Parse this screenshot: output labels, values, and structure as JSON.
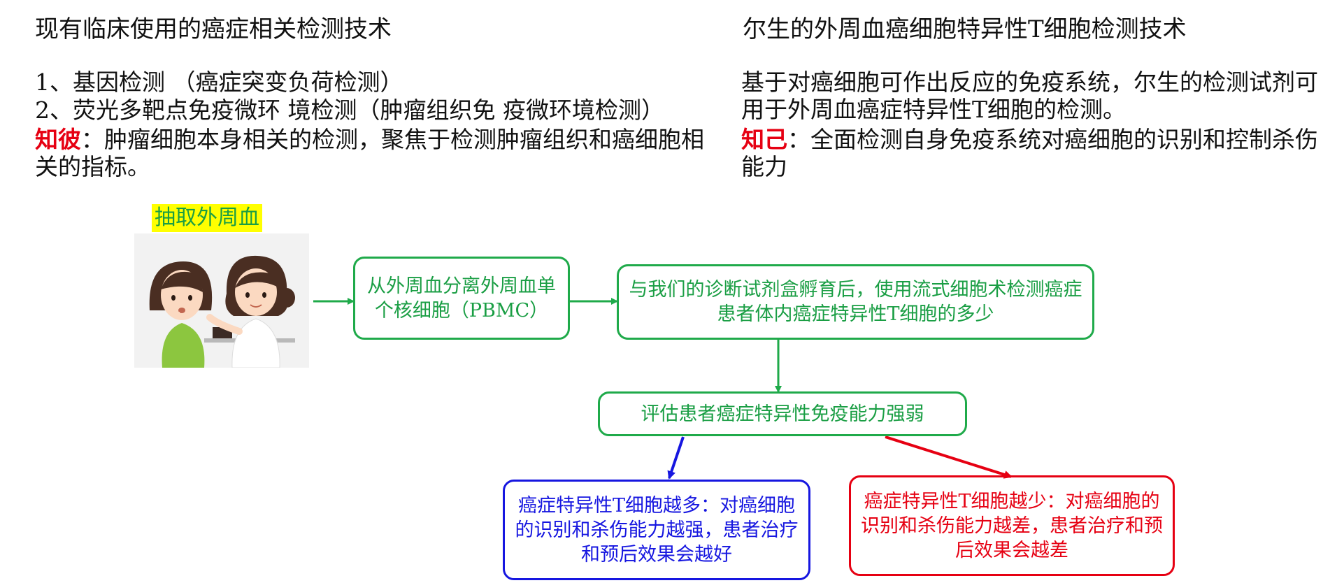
{
  "left": {
    "title": "现有临床使用的癌症相关检测技术",
    "item1": "1、基因检测 （癌症突变负荷检测）",
    "item2": "2、荧光多靶点免疫微环 境检测（肿瘤组织免 疫微环境检测）",
    "keyword": "知彼",
    "desc": "：肿瘤细胞本身相关的检测，聚焦于检测肿瘤组织和癌细胞相关的指标。"
  },
  "right": {
    "title": "尔生的外周血癌细胞特异性T细胞检测技术",
    "desc": "基于对癌细胞可作出反应的免疫系统，尔生的检测试剂可用于外周血癌症特异性T细胞的检测。",
    "keyword": "知己",
    "desc2": "：全面检测自身免疫系统对癌细胞的识别和控制杀伤能力"
  },
  "flow": {
    "blood_label": "抽取外周血",
    "step1": "从外周血分离外周血单个核细胞（PBMC）",
    "step2": "与我们的诊断试剂盒孵育后，使用流式细胞术检测癌症患者体内癌症特异性T细胞的多少",
    "step3": "评估患者癌症特异性免疫能力强弱",
    "outcome_more": "癌症特异性T细胞越多：对癌细胞的识别和杀伤能力越强，患者治疗和预后效果会越好",
    "outcome_less": "癌症特异性T细胞越少：对癌细胞的识别和杀伤能力越差，患者治疗和预后效果会越差"
  },
  "colors": {
    "green": "#1faa4a",
    "blue": "#1616e0",
    "red": "#e60012",
    "highlight": "#ffff00"
  }
}
